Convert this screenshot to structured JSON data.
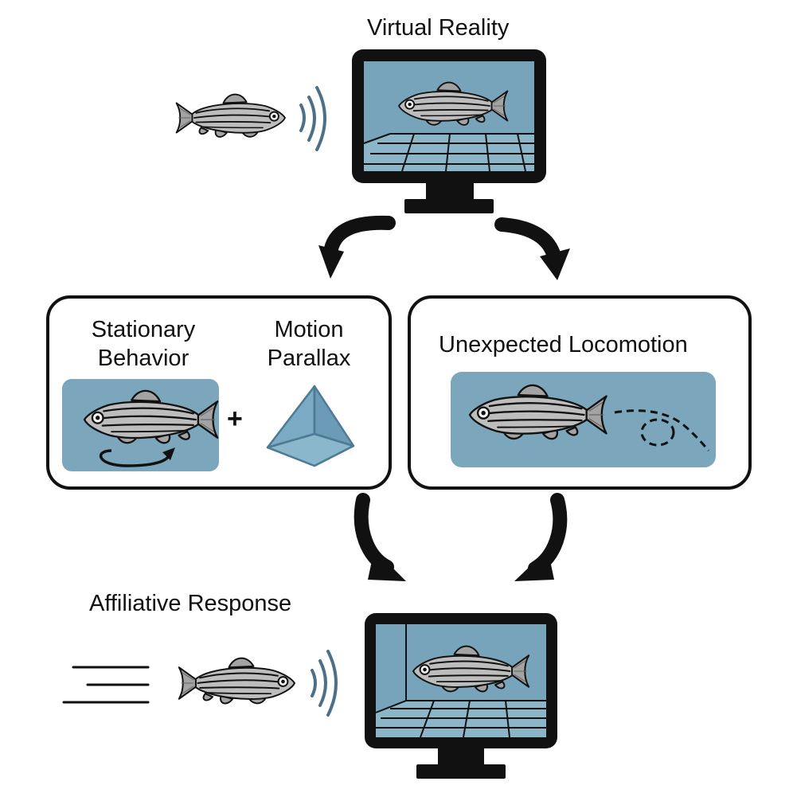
{
  "labels": {
    "top_title": "Virtual Reality",
    "stationary_line1": "Stationary",
    "stationary_line2": "Behavior",
    "motion_line1": "Motion",
    "motion_line2": "Parallax",
    "plus_sign": "+",
    "locomotion_title": "Unexpected Locomotion",
    "bottom_title": "Affiliative Response"
  },
  "colors": {
    "panel_blue": "#7ba6bc",
    "screen_blue": "#77a4ba",
    "fish_body": "#b9b9b9",
    "fish_fin": "#9a9a9a",
    "outline": "#111111",
    "sound_waves": "#4d6f87",
    "pyramid": "#6f9fba"
  }
}
